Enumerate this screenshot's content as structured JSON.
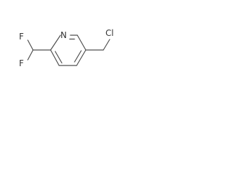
{
  "molecule": {
    "atoms": {
      "nitrogen": "N",
      "fluorine_top": "F",
      "fluorine_bottom": "F",
      "chlorine": "Cl"
    }
  }
}
